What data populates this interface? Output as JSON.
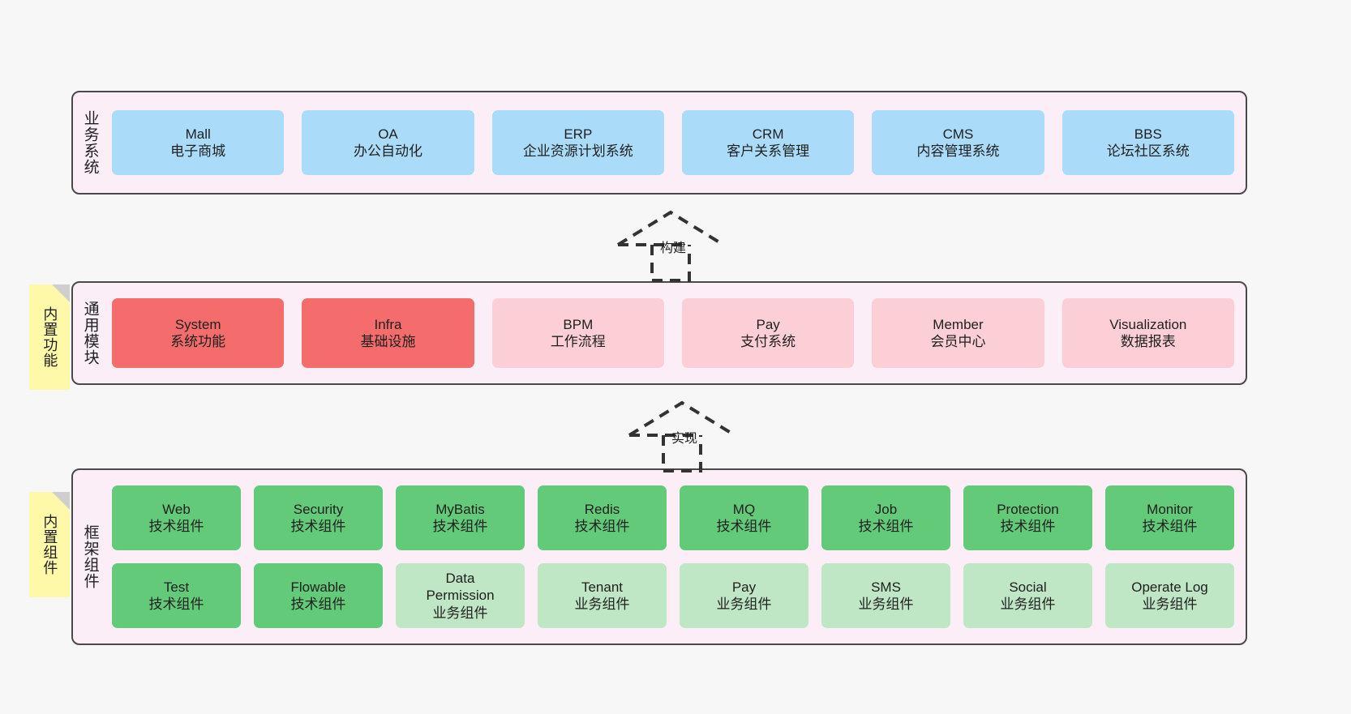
{
  "diagram": {
    "title_semantic": "layered-architecture-diagram",
    "background_color": "#f7f7f7",
    "panel_color": "#fbeef7",
    "panel_border_color": "#4a4a4a"
  },
  "layers": [
    {
      "id": "business-systems",
      "title": "业务系统",
      "note": null,
      "rows": [
        {
          "style": "blue",
          "color": "#aadcfa",
          "boxes": [
            {
              "en": "Mall",
              "cn": "电子商城"
            },
            {
              "en": "OA",
              "cn": "办公自动化"
            },
            {
              "en": "ERP",
              "cn": "企业资源计划系统"
            },
            {
              "en": "CRM",
              "cn": "客户关系管理"
            },
            {
              "en": "CMS",
              "cn": "内容管理系统"
            },
            {
              "en": "BBS",
              "cn": "论坛社区系统"
            }
          ]
        }
      ]
    },
    {
      "id": "common-modules",
      "title": "通用模块",
      "note": "内置功能",
      "rows": [
        {
          "style": "mixed",
          "boxes": [
            {
              "en": "System",
              "cn": "系统功能",
              "color": "#f56c6c",
              "style": "red"
            },
            {
              "en": "Infra",
              "cn": "基础设施",
              "color": "#f56c6c",
              "style": "red"
            },
            {
              "en": "BPM",
              "cn": "工作流程",
              "color": "#fccfd6",
              "style": "pink"
            },
            {
              "en": "Pay",
              "cn": "支付系统",
              "color": "#fccfd6",
              "style": "pink"
            },
            {
              "en": "Member",
              "cn": "会员中心",
              "color": "#fccfd6",
              "style": "pink"
            },
            {
              "en": "Visualization",
              "cn": "数据报表",
              "color": "#fccfd6",
              "style": "pink"
            }
          ]
        }
      ]
    },
    {
      "id": "framework-components",
      "title": "框架组件",
      "note": "内置组件",
      "rows": [
        {
          "style": "green",
          "color": "#63ca79",
          "boxes": [
            {
              "en": "Web",
              "cn": "技术组件"
            },
            {
              "en": "Security",
              "cn": "技术组件"
            },
            {
              "en": "MyBatis",
              "cn": "技术组件"
            },
            {
              "en": "Redis",
              "cn": "技术组件"
            },
            {
              "en": "MQ",
              "cn": "技术组件"
            },
            {
              "en": "Job",
              "cn": "技术组件"
            },
            {
              "en": "Protection",
              "cn": "技术组件"
            },
            {
              "en": "Monitor",
              "cn": "技术组件"
            }
          ]
        },
        {
          "style": "mixed2",
          "boxes": [
            {
              "en": "Test",
              "cn": "技术组件",
              "color": "#63ca79",
              "style": "green"
            },
            {
              "en": "Flowable",
              "cn": "技术组件",
              "color": "#63ca79",
              "style": "green"
            },
            {
              "en": "Data Permission",
              "cn": "业务组件",
              "color": "#bfe6c5",
              "style": "lightgreen"
            },
            {
              "en": "Tenant",
              "cn": "业务组件",
              "color": "#bfe6c5",
              "style": "lightgreen"
            },
            {
              "en": "Pay",
              "cn": "业务组件",
              "color": "#bfe6c5",
              "style": "lightgreen"
            },
            {
              "en": "SMS",
              "cn": "业务组件",
              "color": "#bfe6c5",
              "style": "lightgreen"
            },
            {
              "en": "Social",
              "cn": "业务组件",
              "color": "#bfe6c5",
              "style": "lightgreen"
            },
            {
              "en": "Operate Log",
              "cn": "业务组件",
              "color": "#bfe6c5",
              "style": "lightgreen"
            }
          ]
        }
      ]
    }
  ],
  "connectors": [
    {
      "id": "build",
      "label": "构建",
      "from": "common-modules",
      "to": "business-systems",
      "arrow": "hollow-triangle-dashed"
    },
    {
      "id": "implement",
      "label": "实现",
      "from": "framework-components",
      "to": "common-modules",
      "arrow": "hollow-triangle-dashed"
    }
  ]
}
